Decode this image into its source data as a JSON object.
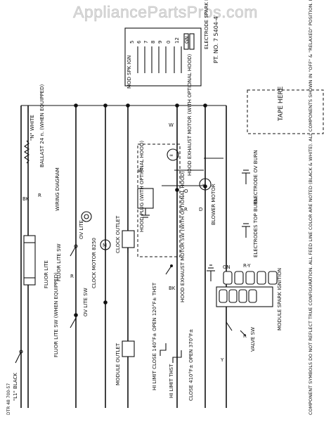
{
  "watermark": "AppliancePartsPros.com",
  "part_number": "PT. NO. 7  5404-4",
  "tape_here": "TAPE HERE",
  "wiring_diagram": "WIRING DIAGRAM",
  "power_labels": {
    "l1": "\"L1\" BLACK",
    "n": "\"N\" WHITE"
  },
  "wire_colors": {
    "bk": "BK",
    "w": "W",
    "r": "R",
    "y": "Y",
    "gn": "GN",
    "o": "O",
    "d": "D",
    "ry": "R-Y",
    "r2": "R"
  },
  "components": {
    "ballast": "BALLAST 24 n. (WHEN EQUIPPED)",
    "fluor_lite": "FLUOR LITE",
    "fluor_lite_sw": "FLUOR LITE SW",
    "fluor_lite_sw_equipped": "FLUOR LITE SW (WHEN EQUIPPED)",
    "when_equipped": "(WHEN EQUIPPED)",
    "ov_lite": "OV LITE",
    "ov_lite_sw": "OV LITE SW",
    "clock_motor": "CLOCK MOTOR 8250",
    "mb": "MB",
    "clock_outlet": "CLOCK OUTLET",
    "mode_outlet": "MODULE OUTLET",
    "hood_plug": "HOOD PLUG (WITH OPTIONAL HOOD)",
    "hood_exhaust_motor": "HOOD EXHAUST MOTOR (WITH OPTIONAL HOOD)",
    "hood_exhaust_motor_sw": "HOOD EXHAUST MOTOR SW (WITH OPTIONAL HOOD)",
    "blower_motor": "BLOWER MOTOR",
    "hi_limit_thst_1": "HI LIMIT CLOSE 140°F± OPEN 120°F± THST",
    "hi_limit_thst_2": "HI LIMIT THST",
    "close_open": "CLOSE 410°F± OPEN 370°F±",
    "electrode_ov": "ELECTRODE OV BURN",
    "electrodes_top": "ELECTRODES TOP BURN",
    "module_spark": "MODULE SPARK IGNITION",
    "valve_sw": "VALVE SW",
    "electrode_spark": "ELECTRODE SPARK IGN LEADS",
    "mod_spk_ign": "MOD SPK IGN"
  },
  "connector_pins": [
    "5",
    "6",
    "7",
    "8",
    "9",
    "0",
    "12",
    "GN"
  ],
  "footnote": "COMPONENT SYMBOLS DO NOT REFLECT TRUE CONFIGURATION. ALL FEED LINE COLOR ARE NOTED (BLACK & WHITE). ALL COMPONENTS SHOWN IN \"OFF\" & \"RELAXED\" POSITION.  INDICATES MODULE SPARK IGNITION",
  "drawing_code": "DTR 48 700-57"
}
